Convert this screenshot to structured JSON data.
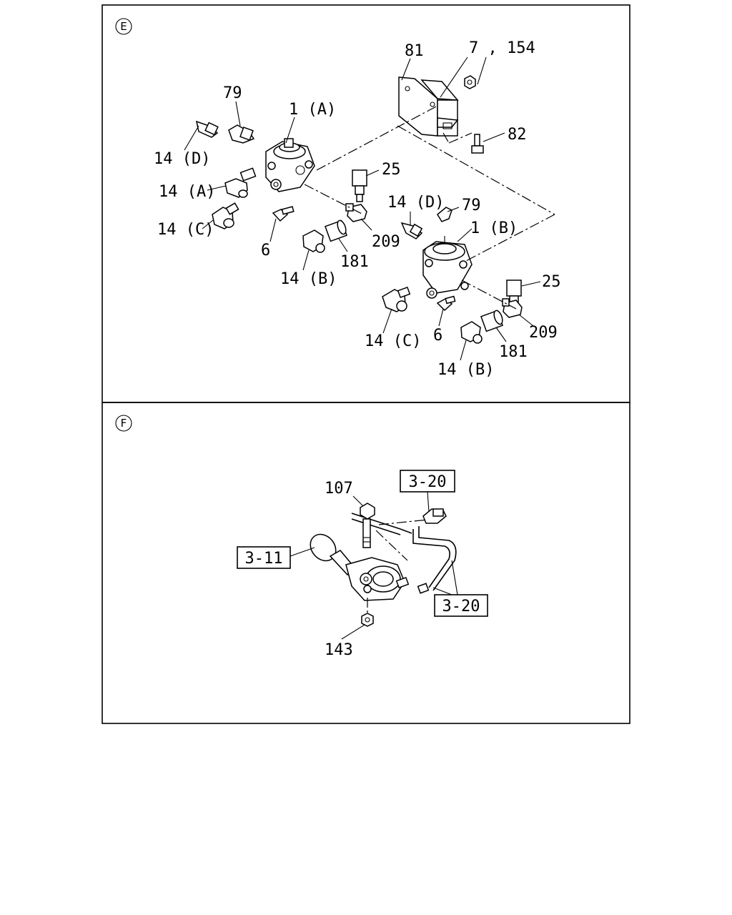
{
  "sections": {
    "E": {
      "label": "E"
    },
    "F": {
      "label": "F"
    }
  },
  "callouts": {
    "p81": "81",
    "p7_154": "7 , 154",
    "p79a": "79",
    "p1a": "1 (A)",
    "p82": "82",
    "p14da": "14 (D)",
    "p25a": "25",
    "p14aa": "14 (A)",
    "p14db": "14 (D)",
    "p79b": "79",
    "p1b": "1 (B)",
    "p14ca": "14 (C)",
    "p209a": "209",
    "p6a": "6",
    "p181a": "181",
    "p14ba": "14 (B)",
    "p25b": "25",
    "p14cb": "14 (C)",
    "p6b": "6",
    "p209b": "209",
    "p181b": "181",
    "p14bb": "14 (B)",
    "p107": "107",
    "p143": "143"
  },
  "refs": {
    "r320top": "3-20",
    "r311": "3-11",
    "r320bot": "3-20"
  }
}
